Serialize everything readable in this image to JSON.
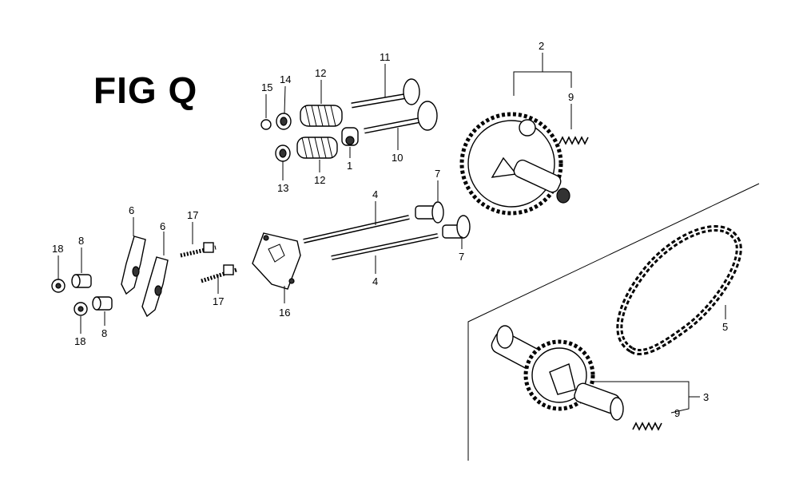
{
  "figure": {
    "title": "FIG Q"
  },
  "callouts": {
    "c1": "1",
    "c2": "2",
    "c3": "3",
    "c4a": "4",
    "c4b": "4",
    "c5": "5",
    "c6a": "6",
    "c6b": "6",
    "c7a": "7",
    "c7b": "7",
    "c8a": "8",
    "c8b": "8",
    "c9a": "9",
    "c9b": "9",
    "c10": "10",
    "c11": "11",
    "c12a": "12",
    "c12b": "12",
    "c13": "13",
    "c14": "14",
    "c15": "15",
    "c16": "16",
    "c17a": "17",
    "c17b": "17",
    "c18a": "18",
    "c18b": "18"
  }
}
